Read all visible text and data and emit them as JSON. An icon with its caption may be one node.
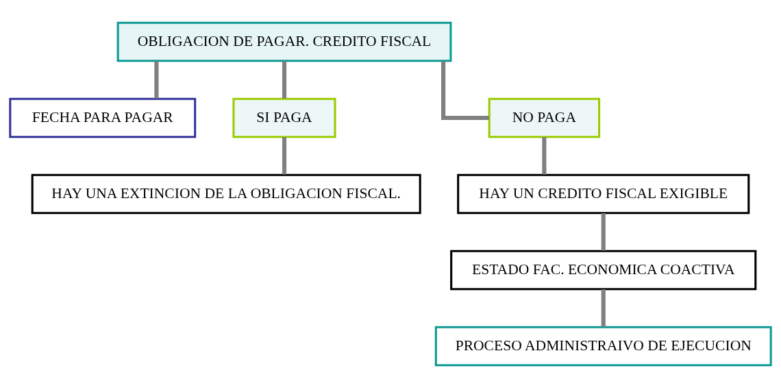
{
  "diagram": {
    "nodes": [
      {
        "text": [
          "OBLIGACION DE PAGAR. CREDITO FISCAL"
        ]
      },
      {
        "text": [
          "FECHA PARA PAGAR"
        ]
      },
      {
        "text": [
          "SI PAGA"
        ]
      },
      {
        "text": [
          "NO PAGA"
        ]
      },
      {
        "text": [
          "HAY UNA EXTINCION DE LA OBLIGACION FISCAL."
        ]
      },
      {
        "text": [
          "HAY UN CREDITO FISCAL EXIGIBLE"
        ]
      },
      {
        "text": [
          "ESTADO FAC. ECONOMICA COACTIVA"
        ]
      },
      {
        "text": [
          "PROCESO ADMINISTRAIVO DE EJECUCION"
        ]
      }
    ],
    "edges": [
      {
        "from": 0,
        "to": 1,
        "arrow": "none"
      },
      {
        "from": 0,
        "to": 2,
        "arrow": "none"
      },
      {
        "from": 0,
        "to": 3,
        "arrow": "none"
      },
      {
        "from": 2,
        "to": 4,
        "arrow": "none"
      },
      {
        "from": 3,
        "to": 5,
        "arrow": "none"
      },
      {
        "from": 5,
        "to": 6,
        "arrow": "none"
      },
      {
        "from": 6,
        "to": 7,
        "arrow": "none"
      }
    ]
  }
}
